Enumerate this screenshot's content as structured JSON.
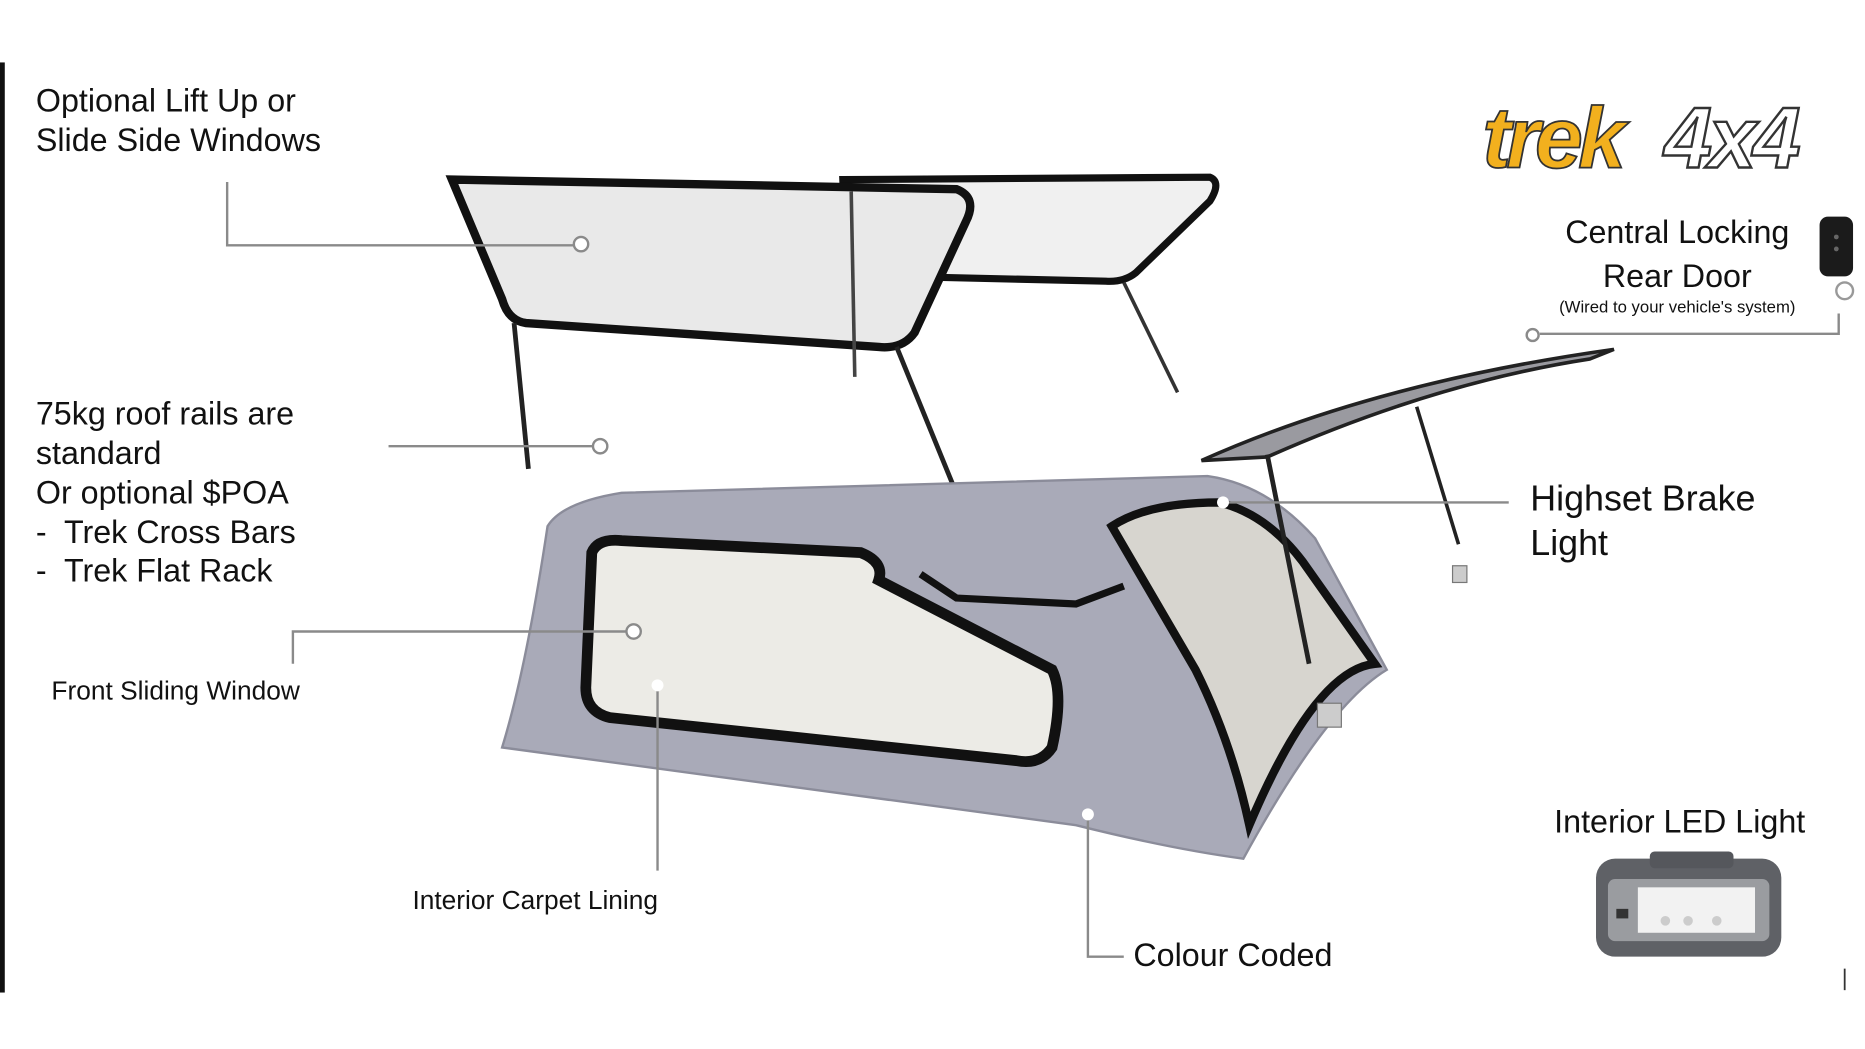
{
  "logo": {
    "brand": "trek",
    "suffix": "4x4",
    "colors": {
      "brand": "#F2B01E",
      "outline": "#333333"
    }
  },
  "callouts": {
    "side_windows": [
      "Optional Lift Up or",
      "Slide Side Windows"
    ],
    "roof_rails": [
      "75kg roof rails are",
      "standard",
      "Or optional $POA",
      "-  Trek Cross Bars",
      "-  Trek Flat Rack"
    ],
    "front_window": "Front Sliding Window",
    "carpet": "Interior Carpet Lining",
    "colour": "Colour Coded",
    "brake_light": [
      "Highset Brake",
      "Light"
    ],
    "central_locking": [
      "Central Locking",
      "Rear Door",
      "(Wired to your vehicle's system)"
    ],
    "led_light": "Interior LED Light"
  }
}
